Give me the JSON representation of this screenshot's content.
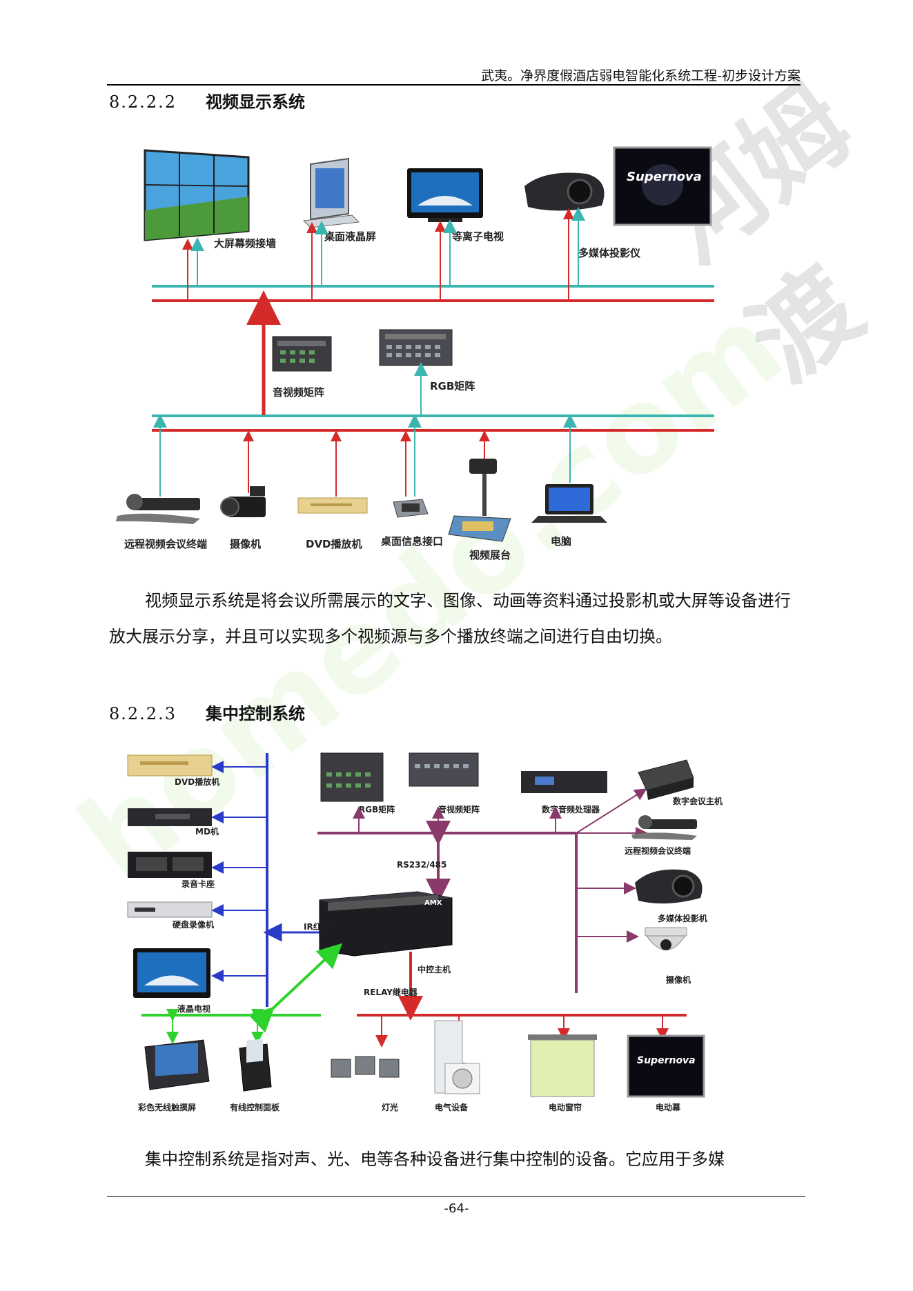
{
  "header": {
    "title": "武夷。净界度假酒店弱电智能化系统工程-初步设计方案"
  },
  "section1": {
    "number": "8.2.2.2",
    "title": "视频显示系统",
    "diagram": {
      "outputs": [
        "大屏幕频接墙",
        "桌面液晶屏",
        "等离子电视",
        "多媒体投影仪"
      ],
      "matrices": [
        "音视频矩阵",
        "RGB矩阵"
      ],
      "sources": [
        "远程视频会议终端",
        "摄像机",
        "DVD播放机",
        "桌面信息接口",
        "视频展台",
        "电脑"
      ],
      "screen_brand": "Supernova"
    },
    "paragraph": "视频显示系统是将会议所需展示的文字、图像、动画等资料通过投影机或大屏等设备进行放大展示分享，并且可以实现多个视频源与多个播放终端之间进行自由切换。"
  },
  "section2": {
    "number": "8.2.2.3",
    "title": "集中控制系统",
    "diagram": {
      "left_devices": [
        "DVD播放机",
        "MD机",
        "录音卡座",
        "硬盘录像机",
        "液晶电视"
      ],
      "top_devices": [
        "RGB矩阵",
        "音视频矩阵",
        "数字音频处理器"
      ],
      "right_devices": [
        "数字会议主机",
        "远程视频会议终端",
        "多媒体投影机",
        "摄像机"
      ],
      "bottom_left": [
        "彩色无线触摸屏",
        "有线控制面板"
      ],
      "bottom_right": [
        "灯光",
        "电气设备",
        "电动窗帘",
        "电动幕"
      ],
      "links": {
        "rs": "RS232/485",
        "ir": "IR红外",
        "controller": "中控主机",
        "relay": "RELAY继电器"
      },
      "controller_brand": "AMX",
      "screen_brand": "Supernova"
    },
    "paragraph": "集中控制系统是指对声、光、电等各种设备进行集中控制的设备。它应用于多媒"
  },
  "footer": {
    "page": "-64-"
  },
  "watermarks": {
    "brand": "河姆渡",
    "site": "homedo.com"
  }
}
